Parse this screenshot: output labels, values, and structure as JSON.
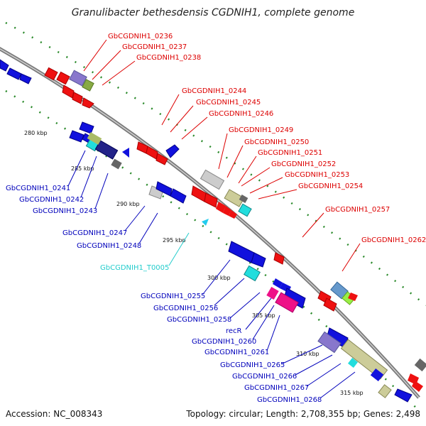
{
  "title": "Granulibacter bethesdensis CGDNIH1, complete genome",
  "accession": "Accession: NC_008343",
  "summary": "Topology: circular; Length: 2,708,355 bp; Genes: 2,498",
  "colors": {
    "forward_label": "#dd0000",
    "reverse_label": "#0000bb",
    "trna_label": "#22cccc",
    "backbone": "#888888",
    "tick": "#2a8a2a"
  },
  "scale": {
    "ticks": [
      "280 kbp",
      "285 kbp",
      "290 kbp",
      "295 kbp",
      "300 kbp",
      "305 kbp",
      "310 kbp",
      "315 kbp"
    ]
  },
  "forward_labels": [
    "GbCGDNIH1_0236",
    "GbCGDNIH1_0237",
    "GbCGDNIH1_0238",
    "GbCGDNIH1_0244",
    "GbCGDNIH1_0245",
    "GbCGDNIH1_0246",
    "GbCGDNIH1_0249",
    "GbCGDNIH1_0250",
    "GbCGDNIH1_0251",
    "GbCGDNIH1_0252",
    "GbCGDNIH1_0253",
    "GbCGDNIH1_0254",
    "GbCGDNIH1_0257",
    "GbCGDNIH1_0262"
  ],
  "reverse_labels": [
    "GbCGDNIH1_0241",
    "GbCGDNIH1_0242",
    "GbCGDNIH1_0243",
    "GbCGDNIH1_0247",
    "GbCGDNIH1_0248",
    "GbCGDNIH1_T0005",
    "GbCGDNIH1_0255",
    "GbCGDNIH1_0256",
    "GbCGDNIH1_0258",
    "recR",
    "GbCGDNIH1_0260",
    "GbCGDNIH1_0261",
    "GbCGDNIH1_0265",
    "GbCGDNIH1_0266",
    "GbCGDNIH1_0267",
    "GbCGDNIH1_0268"
  ]
}
